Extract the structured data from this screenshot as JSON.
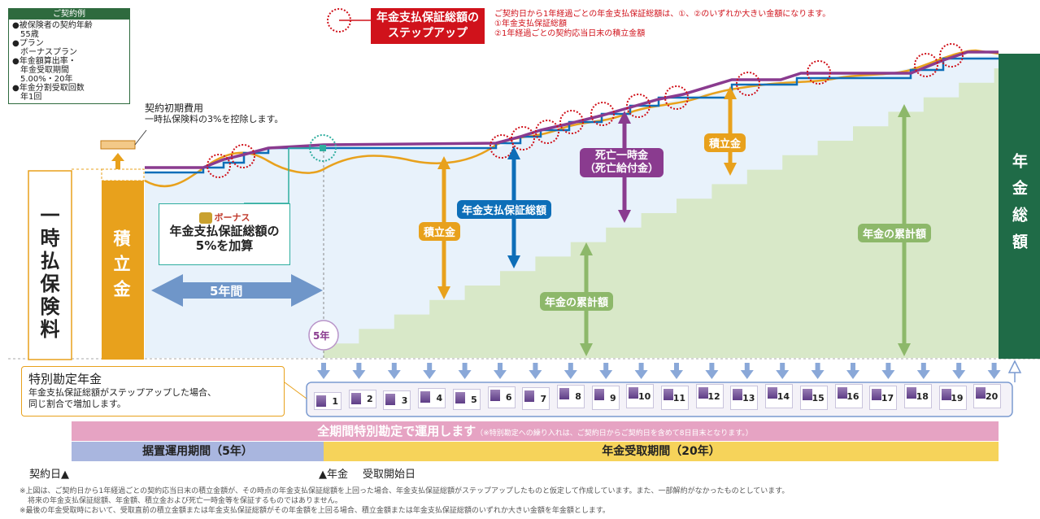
{
  "legend": {
    "title": "ご契約例",
    "items": [
      "●被保険者の契約年齢",
      "55歳",
      "●プラン",
      "ボーナスプラン",
      "●年金額算出率・",
      "年金受取期間",
      "5.00%・20年",
      "●年金分割受取回数",
      "年1回"
    ]
  },
  "header": {
    "step_title_1": "年金支払保証総額の",
    "step_title_2": "ステップアップ",
    "note_1": "ご契約日から1年経過ごとの年金支払保証総額は、①、②のいずれか大きい金額になります。",
    "note_2": "①年金支払保証総額",
    "note_3": "②1年経過ごとの契約応当日末の積立金額"
  },
  "initial_cost": {
    "title": "契約初期費用",
    "desc": "一時払保険料の3%を控除します。"
  },
  "left": {
    "premium": "一時払保険料",
    "reserve": "積立金"
  },
  "bonus": {
    "badge": "ボーナス",
    "line1": "年金支払保証総額の",
    "line2": "5%を加算"
  },
  "period_arrow": "5年間",
  "five_years": "5年",
  "labels": {
    "reserve": "積立金",
    "guarantee": "年金支払保証総額",
    "death_1": "死亡一時金",
    "death_2": "（死亡給付金）",
    "reserve2": "積立金",
    "cumulative": "年金の累計額",
    "cumulative2": "年金の累計額",
    "total": "年金総額"
  },
  "special": {
    "title": "特別勘定年金",
    "desc1": "年金支払保証総額がステップアップした場合、",
    "desc2": "同じ割合で増加します。"
  },
  "years": [
    "1",
    "2",
    "3",
    "4",
    "5",
    "6",
    "7",
    "8",
    "9",
    "10",
    "11",
    "12",
    "13",
    "14",
    "15",
    "16",
    "17",
    "18",
    "19",
    "20"
  ],
  "bars": {
    "full_period": "全期間特別勘定で運用します",
    "full_period_note": "（※特別勘定への繰り入れは、ご契約日からご契約日を含めて8日目末となります。）",
    "deferral": "据置運用期間（5年）",
    "annuity": "年金受取期間（20年）"
  },
  "markers": {
    "contract": "契約日▲",
    "annuity_start_1": "▲年金",
    "annuity_start_2": "受取開始日"
  },
  "footnotes": [
    "※上図は、ご契約日から1年経過ごとの契約応当日末の積立金額が、その時点の年金支払保証総額を上回った場合、年金支払保証総額がステップアップしたものと仮定して作成しています。また、一部解約がなかったものとしています。",
    "将来の年金支払保証総額、年金額、積立金および死亡一時金等を保証するものではありません。",
    "※最後の年金受取時において、受取直前の積立金額または年金支払保証総額がその年金額を上回る場合、積立金額または年金支払保証総額のいずれか大きい金額を年金額とします。"
  ],
  "colors": {
    "orange": "#e8a11c",
    "blue": "#0d6eb8",
    "purple": "#8a3b8f",
    "green": "#8db86a",
    "dark_green": "#1f6b47",
    "red": "#d0121b",
    "pink": "#e6a3c3",
    "lavender": "#a9b6df",
    "yellow": "#f6d35a"
  }
}
